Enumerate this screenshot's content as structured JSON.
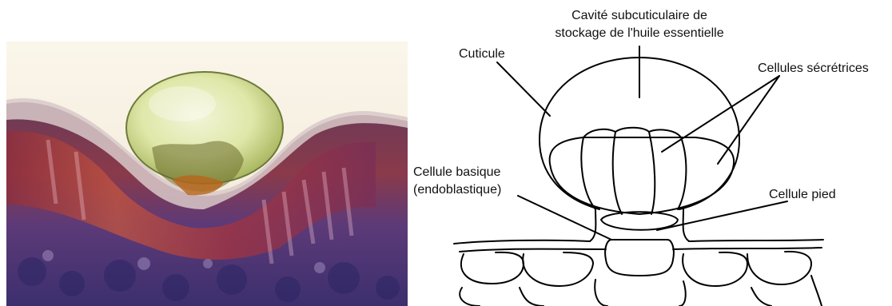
{
  "photo": {
    "icon": "micrograph-glandular-trichome-image"
  },
  "labels": {
    "cavity_line1": "Cavité subcuticulaire de",
    "cavity_line2": "stockage de l'huile essentielle",
    "cuticle": "Cuticule",
    "secretory_cells": "Cellules sécrétrices",
    "basal_cell_line1": "Cellule basique",
    "basal_cell_line2": "(endoblastique)",
    "stalk_cell": "Cellule pied"
  }
}
